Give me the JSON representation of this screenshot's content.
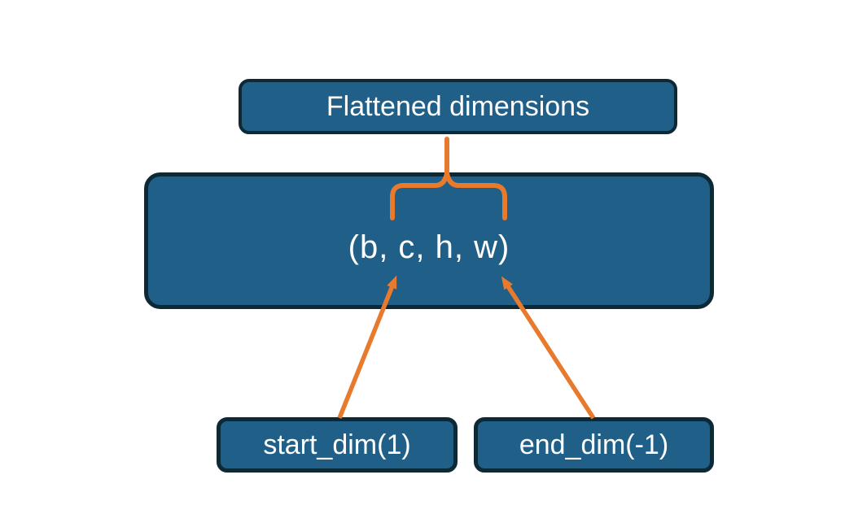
{
  "diagram": {
    "boxes": {
      "flattened": {
        "label": "Flattened dimensions"
      },
      "shape": {
        "label": "(b, c, h, w)"
      },
      "start_dim": {
        "label": "start_dim(1)"
      },
      "end_dim": {
        "label": "end_dim(-1)"
      }
    },
    "edges": [
      {
        "type": "brace",
        "from": "flattened",
        "to": "shape"
      },
      {
        "type": "arrow",
        "from": "start_dim",
        "to": "shape"
      },
      {
        "type": "arrow",
        "from": "end_dim",
        "to": "shape"
      }
    ]
  },
  "colors": {
    "box_fill": "#205F87",
    "box_border": "#0D2936",
    "connector_orange": "#E87A2D",
    "text": "#FFFFFF",
    "background": "#FFFFFF"
  }
}
